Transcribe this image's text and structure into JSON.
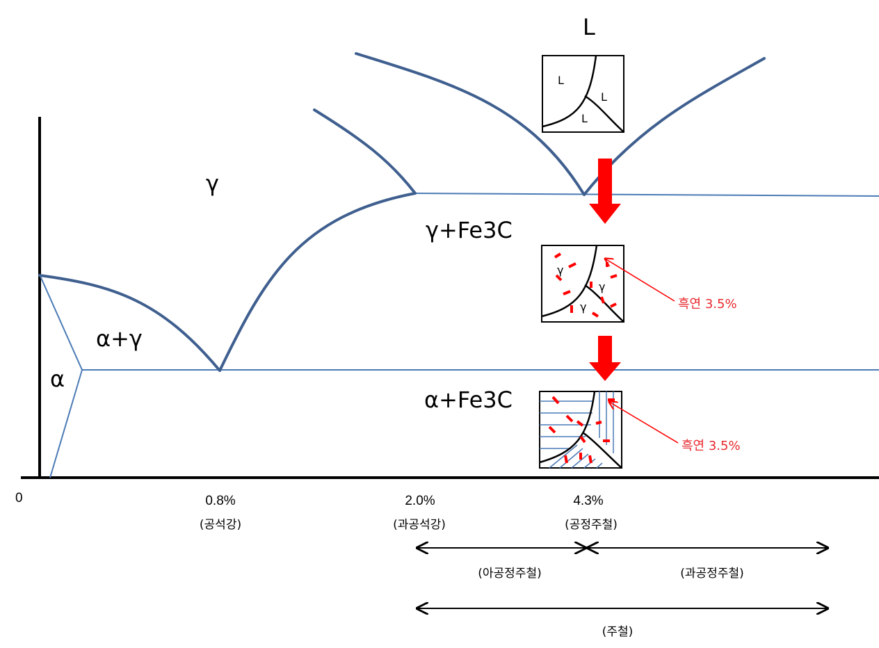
{
  "phases": {
    "liquid": "L",
    "gamma": "γ",
    "gamma_fe3c": "γ+Fe3C",
    "alpha_gamma": "α+γ",
    "alpha": "α",
    "alpha_fe3c": "α+Fe3C"
  },
  "axis": {
    "origin": "0",
    "ticks": [
      {
        "value": "0.8%",
        "note": "(공석강)"
      },
      {
        "value": "2.0%",
        "note": "(과공석강)"
      },
      {
        "value": "4.3%",
        "note": "(공정주철)"
      }
    ]
  },
  "ranges": {
    "hypoeutectic": "(아공정주철)",
    "hypereutectic": "(과공정주철)",
    "cast_iron": "(주철)"
  },
  "insets": {
    "top": {
      "labels": [
        "L",
        "L",
        "L"
      ]
    },
    "middle": {
      "labels": [
        "γ",
        "γ",
        "γ"
      ]
    }
  },
  "callouts": {
    "graphite_middle": "흑연 3.5%",
    "graphite_bottom": "흑연 3.5%"
  },
  "colors": {
    "phase_boundary": "#3f5f8f",
    "thin_boundary": "#4a7ab5",
    "arrow": "#ff0000",
    "graphite": "#ff0000",
    "callout_text": "#e8282d"
  }
}
